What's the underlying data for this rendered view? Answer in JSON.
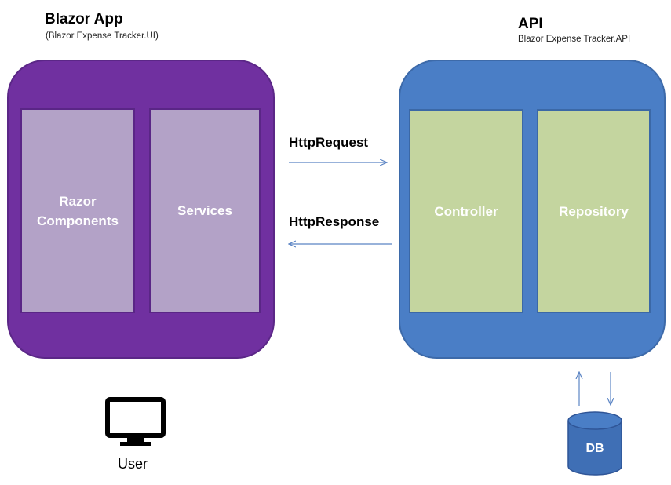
{
  "blazor_app": {
    "title": "Blazor App",
    "subtitle": "(Blazor Expense Tracker.UI)",
    "panels": [
      "Razor\nComponents",
      "Services"
    ],
    "color": "#7030a0"
  },
  "api": {
    "title": "API",
    "subtitle": "Blazor Expense Tracker.API",
    "panels": [
      "Controller",
      "Repository"
    ],
    "color": "#4a7ec6"
  },
  "connections": {
    "request_label": "HttpRequest",
    "response_label": "HttpResponse"
  },
  "user": {
    "label": "User",
    "icon": "monitor-icon"
  },
  "database": {
    "label": "DB",
    "icon": "database-cylinder-icon",
    "color": "#3f6fb5"
  }
}
